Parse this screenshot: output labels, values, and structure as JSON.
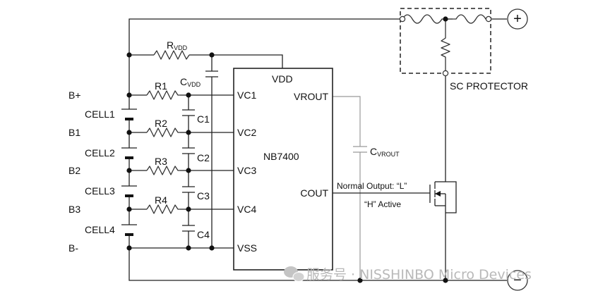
{
  "ic": {
    "name": "NB7400",
    "pins": {
      "vdd": "VDD",
      "vc1": "VC1",
      "vc2": "VC2",
      "vc3": "VC3",
      "vc4": "VC4",
      "vss": "VSS",
      "vrout": "VROUT",
      "cout": "COUT"
    }
  },
  "nodes": {
    "bplus": "B+",
    "b1": "B1",
    "b2": "B2",
    "b3": "B3",
    "bminus": "B-"
  },
  "cells": [
    "CELL1",
    "CELL2",
    "CELL3",
    "CELL4"
  ],
  "resistors": [
    "R1",
    "R2",
    "R3",
    "R4"
  ],
  "capacitors": [
    "C1",
    "C2",
    "C3",
    "C4"
  ],
  "rvdd": {
    "main": "R",
    "sub": "VDD"
  },
  "cvdd": {
    "main": "C",
    "sub": "VDD"
  },
  "cvrout": {
    "main": "C",
    "sub": "VROUT"
  },
  "protector": {
    "label": "SC PROTECTOR"
  },
  "output_note": {
    "normal": "Normal Output: “L”",
    "active": "“H” Active"
  },
  "terminals": {
    "plus": "+",
    "minus": "−"
  },
  "watermark": "服务号 · NISSHINBO Micro Devices"
}
